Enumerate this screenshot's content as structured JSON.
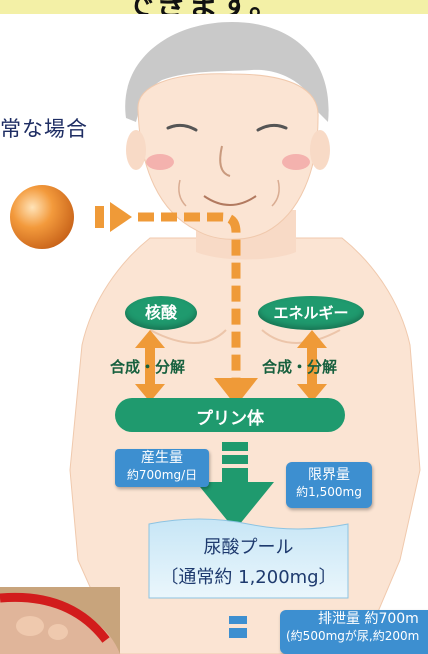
{
  "banner": {
    "text": "できます。"
  },
  "heading": {
    "text": "常な場合"
  },
  "nodes": {
    "nucleic_acid": "核酸",
    "energy": "エネルギー",
    "purine": "プリン体"
  },
  "labels": {
    "synthesis_left": "合成・分解",
    "synthesis_right": "合成・分解"
  },
  "production": {
    "title": "産生量",
    "value": "約700mg/日"
  },
  "limit": {
    "title": "限界量",
    "value": "約1,500mg"
  },
  "pool": {
    "title": "尿酸プール",
    "value": "〔通常約 1,200mg〕"
  },
  "excretion": {
    "title": "排泄量 約700m",
    "detail": "(約500mgが尿,約200m"
  },
  "colors": {
    "green": "#1f9a6e",
    "orange": "#ef9a38",
    "blue": "#3d8fd0",
    "skin": "#fbe4d3",
    "banner": "#f3f0a6"
  }
}
